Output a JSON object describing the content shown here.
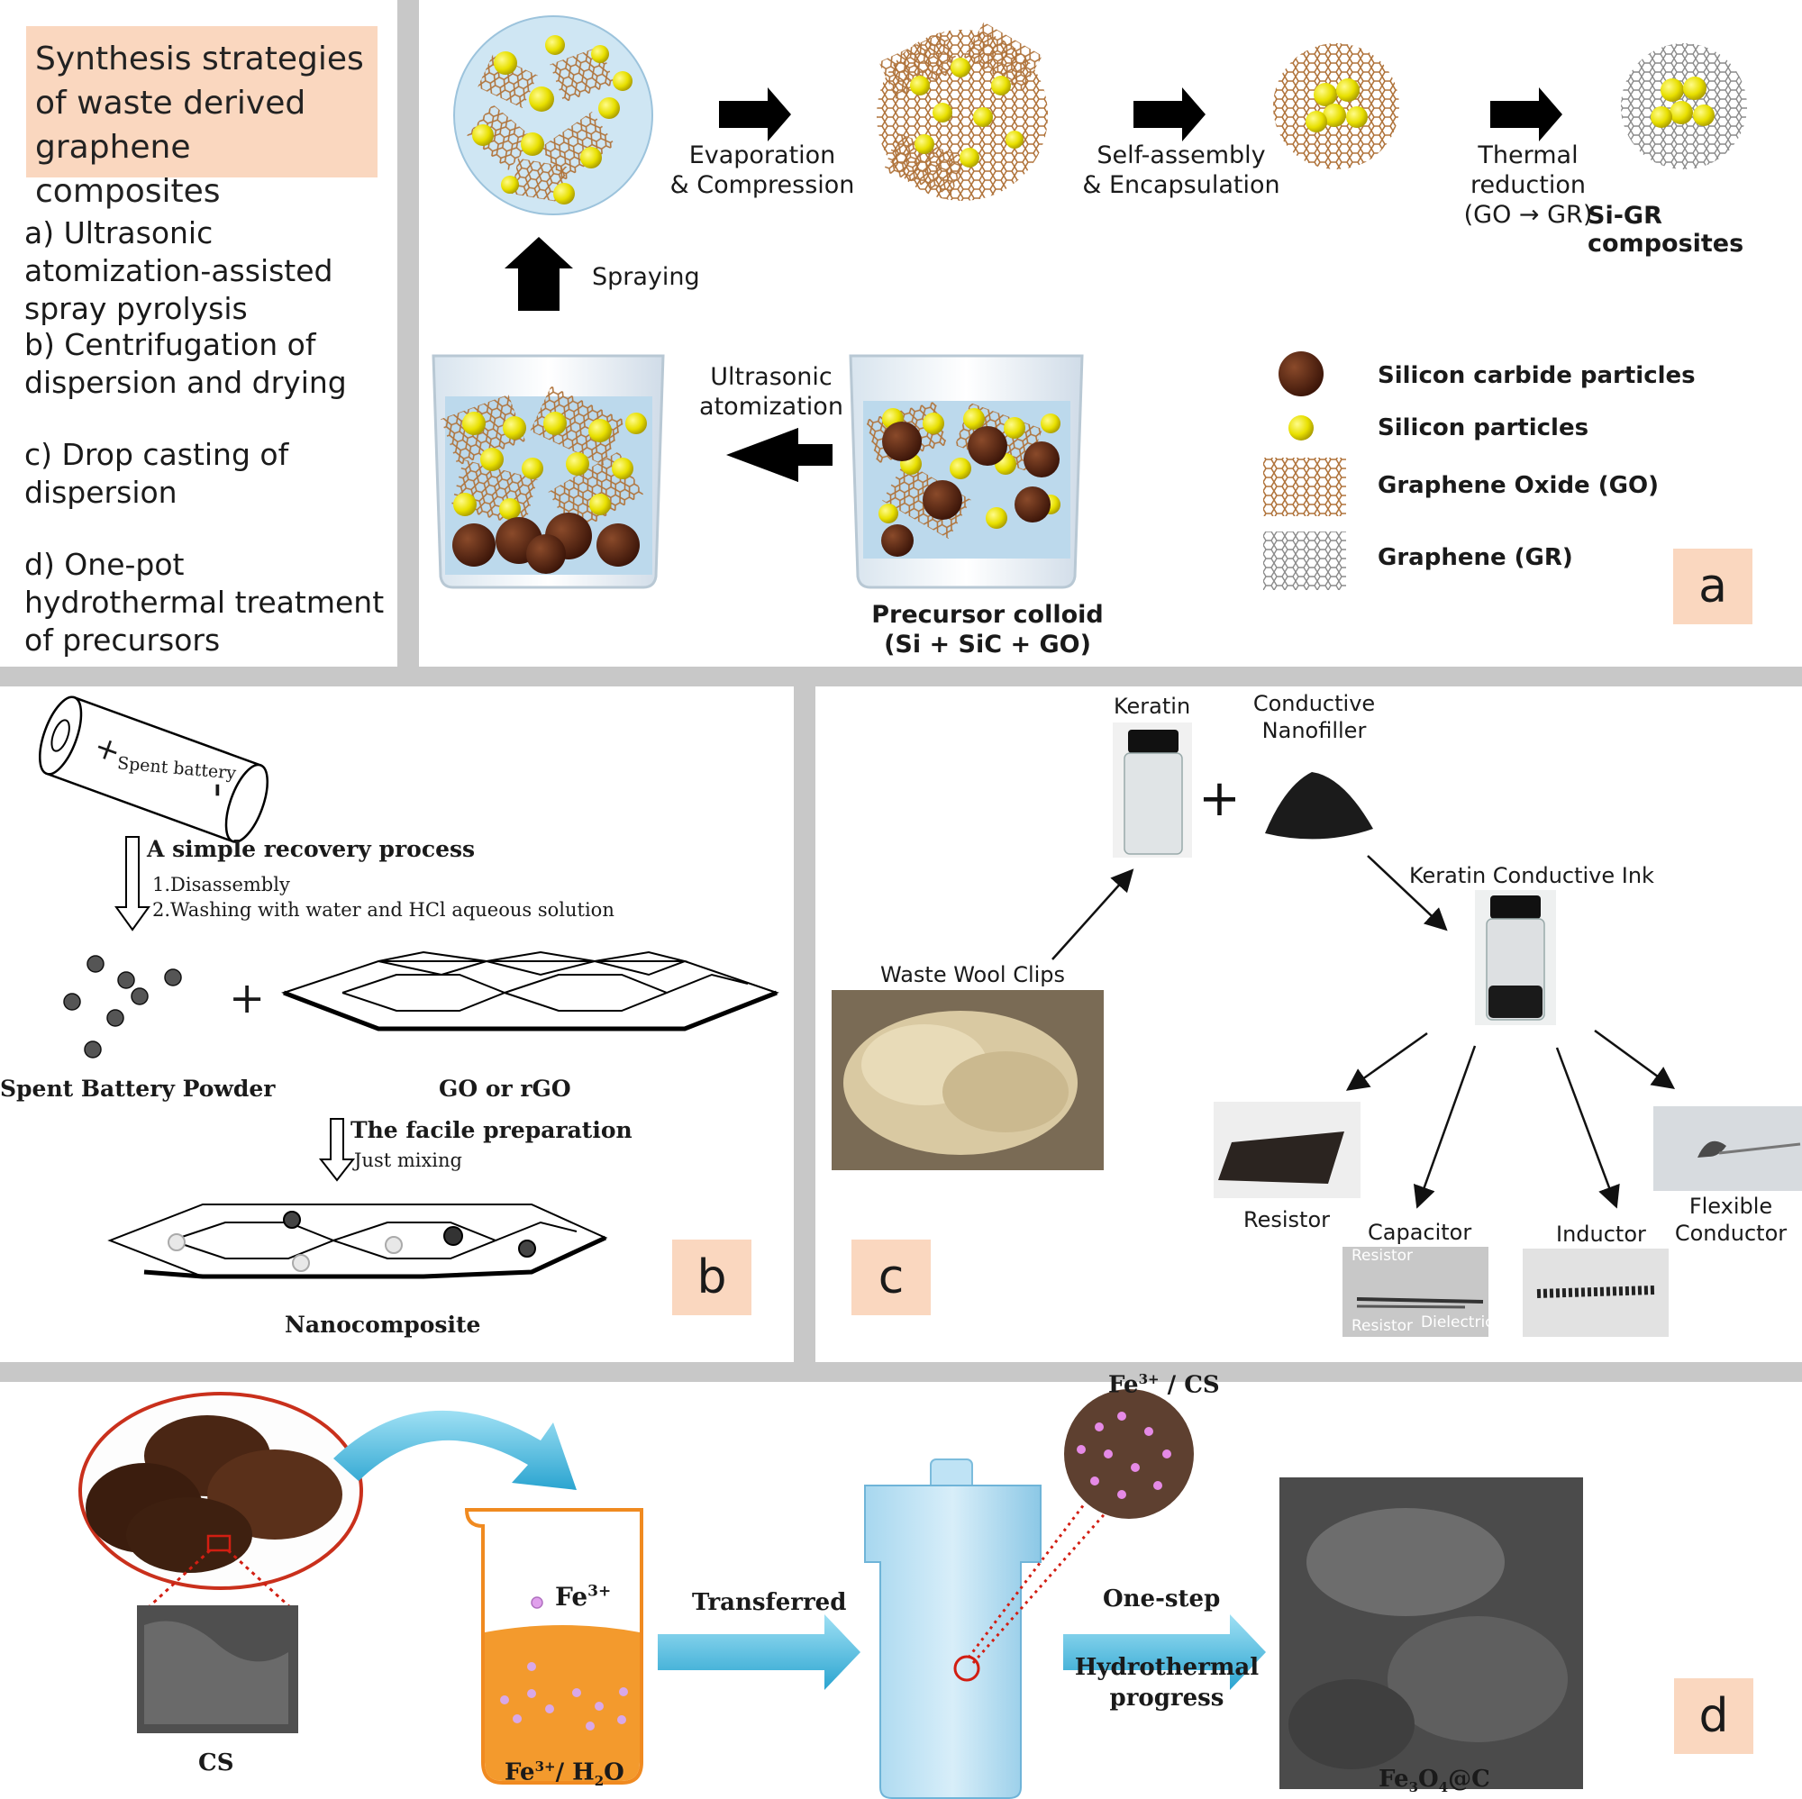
{
  "header": {
    "title": "Synthesis strategies of waste derived graphene composites",
    "items": [
      "a) Ultrasonic atomization-assisted spray pyrolysis",
      "b) Centrifugation of dispersion and drying",
      "c) Drop casting of dispersion",
      "d) One-pot hydrothermal treatment of precursors"
    ]
  },
  "panel_a": {
    "tag": "a",
    "steps": {
      "evap_1": "Evaporation",
      "evap_2": "& Compression",
      "self_1": "Self-assembly",
      "self_2": "& Encapsulation",
      "thermal_1": "Thermal reduction",
      "thermal_2": "(GO → GR)",
      "product": "Si-GR composites",
      "spraying": "Spraying",
      "ultra_1": "Ultrasonic",
      "ultra_2": "atomization",
      "precursor_1": "Precursor colloid",
      "precursor_2": "(Si + SiC + GO)"
    },
    "legend": [
      {
        "label": "Silicon carbide particles",
        "icon": "sic-particle-icon"
      },
      {
        "label": "Silicon particles",
        "icon": "si-particle-icon"
      },
      {
        "label": "Graphene Oxide (GO)",
        "icon": "graphene-oxide-icon"
      },
      {
        "label": "Graphene (GR)",
        "icon": "graphene-icon"
      }
    ],
    "colors": {
      "si": "#e8e000",
      "sic": "#5a2010",
      "go": "#b0743c",
      "liquid": "#cfe6f3"
    }
  },
  "panel_b": {
    "tag": "b",
    "battery_label": "Spent battery",
    "plus_sign": "+",
    "minus_sign": "–",
    "recovery_title": "A simple recovery process",
    "recovery_step1": "1.Disassembly",
    "recovery_step2": "2.Washing with water and HCl aqueous solution",
    "powder_label": "Spent Battery Powder",
    "go_label": "GO or rGO",
    "combine": "+",
    "prep_title": "The facile preparation",
    "prep_sub": "Just mixing",
    "product": "Nanocomposite"
  },
  "panel_c": {
    "tag": "c",
    "keratin": "Keratin",
    "filler_1": "Conductive",
    "filler_2": "Nanofiller",
    "plus": "+",
    "ink": "Keratin Conductive Ink",
    "wool": "Waste Wool Clips",
    "resistor": "Resistor",
    "capacitor": "Capacitor",
    "inductor": "Inductor",
    "flex_1": "Flexible",
    "flex_2": "Conductor",
    "cap_resistor_top": "Resistor",
    "cap_resistor_bottom": "Resistor",
    "cap_dielectric": "Dielectric"
  },
  "panel_d": {
    "tag": "d",
    "cs": "CS",
    "fe_ion": "Fe",
    "fe_sup": "3+",
    "fe_water_a": "Fe",
    "fe_water_sup": "3+",
    "fe_water_b": "/ H",
    "fe_water_sub": "2",
    "fe_water_c": "O",
    "transferred": "Transferred",
    "fe_cs_a": "Fe",
    "fe_cs_sup": "3+",
    "fe_cs_b": " / CS",
    "onestep": "One-step",
    "hydro_1": "Hydrothermal",
    "hydro_2": "progress",
    "prod_a": "Fe",
    "prod_s1": "3",
    "prod_b": "O",
    "prod_s2": "4",
    "prod_c": "@C"
  }
}
